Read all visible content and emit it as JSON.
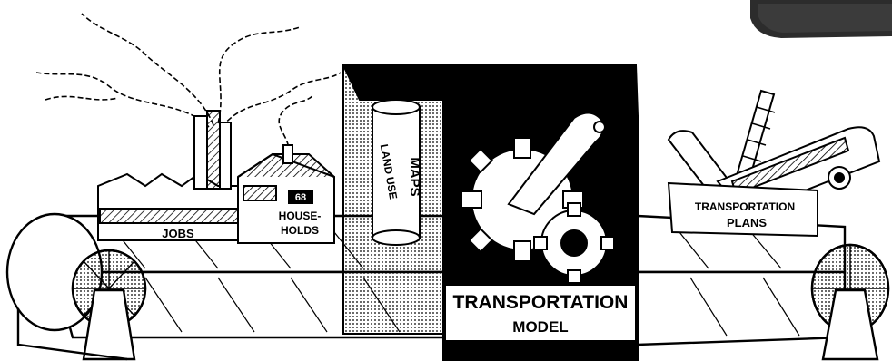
{
  "labels": {
    "jobs": "JOBS",
    "house_number": "68",
    "households_line1": "HOUSE-",
    "households_line2": "HOLDS",
    "land_use": "LAND USE",
    "maps": "MAPS",
    "model_line1": "TRANSPORTATION",
    "model_line2": "MODEL",
    "plans_line1": "TRANSPORTATION",
    "plans_line2": "PLANS"
  },
  "colors": {
    "ink": "#000000",
    "paper": "#ffffff",
    "shade": "#7a7a7a",
    "device": "#2c2c2c"
  }
}
